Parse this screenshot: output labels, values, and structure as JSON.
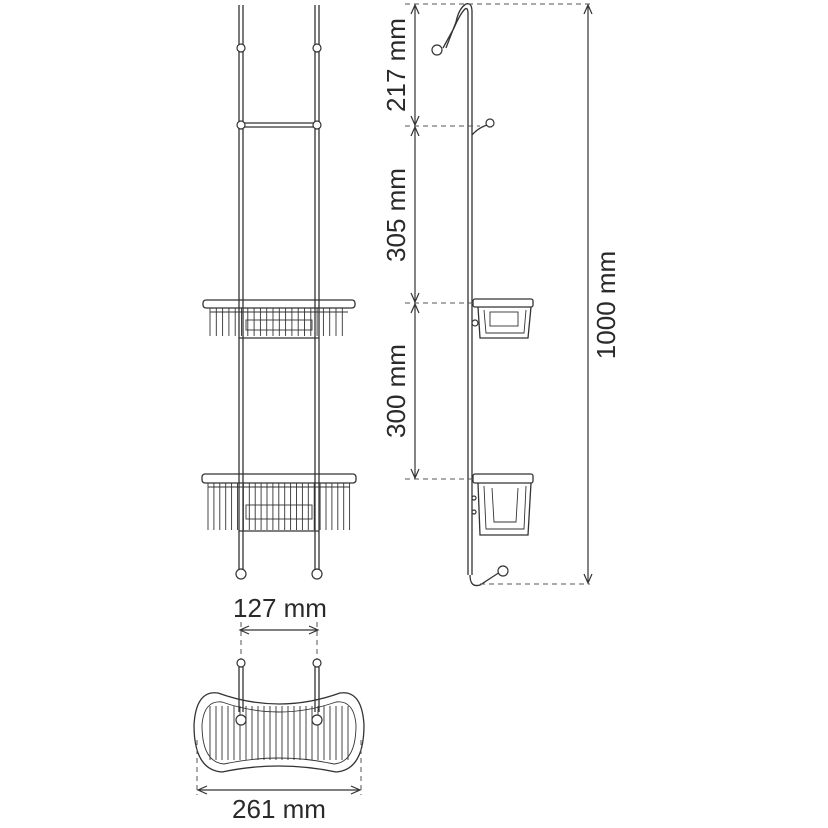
{
  "dimensions": {
    "hook_to_upper_hook": "217 mm",
    "upper_hook_to_shelf": "305 mm",
    "shelf_spacing": "300 mm",
    "total_height": "1000 mm",
    "rod_spacing": "127 mm",
    "basket_width": "261 mm"
  },
  "colors": {
    "line": "#333333",
    "text": "#2a2a2a",
    "background": "#ffffff"
  }
}
